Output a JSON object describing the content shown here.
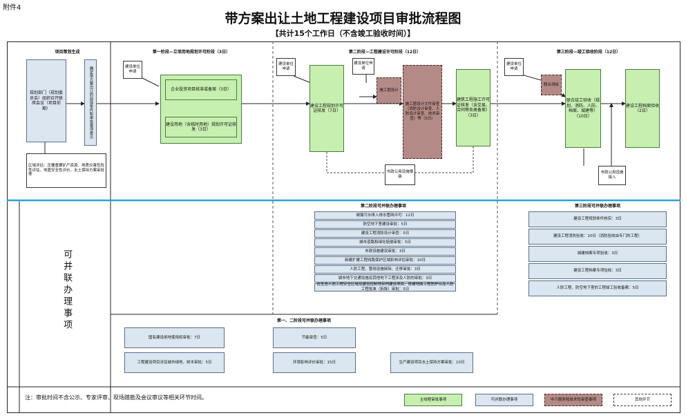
{
  "annex": "附件4",
  "title": "带方案出让土地工程建设项目审批流程图",
  "subtitle": "【共计15个工作日（不含竣工验收时间）】",
  "left_stage": {
    "header": "项目策划生成",
    "box1": "规划部门（规划委员会）组织召开联席会议（项目前期）",
    "box2": "确定带方案出让的前提条件和审批事项意见",
    "box3": "区域评估：压覆重要矿产资源、地质灾害危险性评估、地震安全性评价、水土保持方案审批等"
  },
  "stage1": {
    "header": "第一阶段—立项用地规划许可阶段（3日）",
    "service_box": "建设单位申请",
    "merged_box_top": "企业投资项目核准或备案（3日）",
    "merged_box_bottom": "建设用地（含临时用地）规划许可证核发（3日）"
  },
  "stage2": {
    "header": "第二阶段—工程建设许可阶段（12日）",
    "service_box": "建设单位申请",
    "service_box2": "建设单位申请",
    "main_box": "建设工程规划许可证核发（7日）",
    "design_box": "施工图设计",
    "review_box": "施工图设计文件审查（消防设计审查、人防设计审查、技术审查）等（5日）",
    "permit_box": "建筑工程施工许可证核发（含交易、合同等各类备案）（3日）",
    "agency_box": "市政公用设施报装"
  },
  "stage3": {
    "header": "第三阶段—竣工验收阶段（12日）",
    "service_box": "建设单位申请",
    "prep_box": "联合测绘",
    "main_box": "联合竣工验收（规划、消防、人防、档案、城建等）（10日）",
    "archive_box": "建设工程档案验收（2日）",
    "agency_box": "市政公用设施接入"
  },
  "parallel_label": "可并联办理事项",
  "parallel_stage2": {
    "header": "第二阶段可并联办理事项",
    "items": [
      "城镇污水排入排水管网许可：12日",
      "防空地下室建设审批：5日",
      "建设工程消防设计审查：5日",
      "城市道路和绿化赔偿审批：5日",
      "市政设施建设审批：3日",
      "新建扩建工程线路保护区域影响评估审批：10日",
      "人防工程、管线设施拆除、迁移审批：3日",
      "城市地下交通设施及其他地下工程涉及人防的审批：3日",
      "在生态人防工程安全区域及建设控制地带内建设项目、修建地面工程防护以及人防工程批准（拆除）审批：5日"
    ]
  },
  "parallel_stage3": {
    "header": "第三阶段可并联办理事项",
    "items": [
      "建设工程规划条件核实：3日",
      "建设工程消防验收：10日（消防验收由专门的工程）",
      "城建档案专项验收：3日",
      "建设工程档案专项验收：3日",
      "人防工程、防空地下室的工程竣工验收备案：5日"
    ]
  },
  "parallel_stage12": {
    "header": "第一、二阶段可并联办理事项",
    "items": [
      "国有建设用地使用权审批：7日",
      "节能审查：5日",
      "工程建设项目涉及城市绿地、树木审批：5日",
      "环境影响评价审批：15日",
      "生产建设项目水土保持方案审批：10日"
    ]
  },
  "footnote": "注：审批时间不含公示、专家评审、现场踏勘及会议审议等相关环节时间。",
  "legend": {
    "green": "主线程审批事项",
    "blue": "可并联办理事项",
    "brown": "中介服务和技术性审查事项",
    "white": "其他环节"
  },
  "colors": {
    "green_fill": "#c6efb0",
    "blue_fill": "#dbe6f0",
    "brown_fill": "#b48a86",
    "divider": "#2aa0e0"
  }
}
